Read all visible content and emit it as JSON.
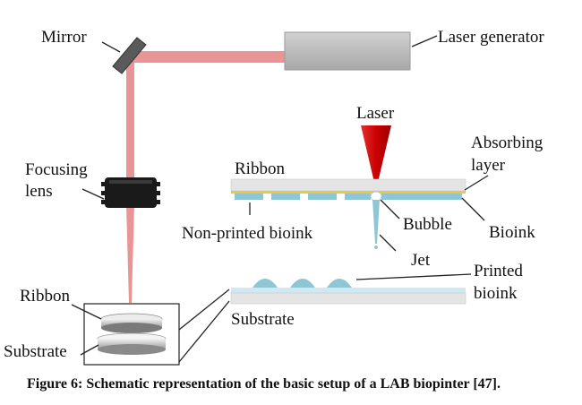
{
  "labels": {
    "mirror": "Mirror",
    "laser_generator": "Laser generator",
    "focusing_lens_1": "Focusing",
    "focusing_lens_2": "lens",
    "ribbon_left": "Ribbon",
    "substrate_left": "Substrate",
    "laser": "Laser",
    "absorbing_layer_1": "Absorbing",
    "absorbing_layer_2": "layer",
    "ribbon_detail": "Ribbon",
    "non_printed_bioink": "Non-printed bioink",
    "bubble": "Bubble",
    "bioink": "Bioink",
    "jet": "Jet",
    "printed_bioink_1": "Printed",
    "printed_bioink_2": "bioink",
    "substrate_detail": "Substrate"
  },
  "caption": "Figure 6: Schematic representation of the basic setup of a LAB biopinter [47].",
  "colors": {
    "laser_beam": "#e88a8a",
    "laser_cone": "#cc0000",
    "absorbing_layer": "#e6c94a",
    "bioink": "#8fc6d6",
    "ribbon_glass": "#e4e4e4",
    "substrate_coating": "#cfe8f2",
    "generator_body": "#b9b9b9",
    "lens": "#1a1a1a"
  }
}
